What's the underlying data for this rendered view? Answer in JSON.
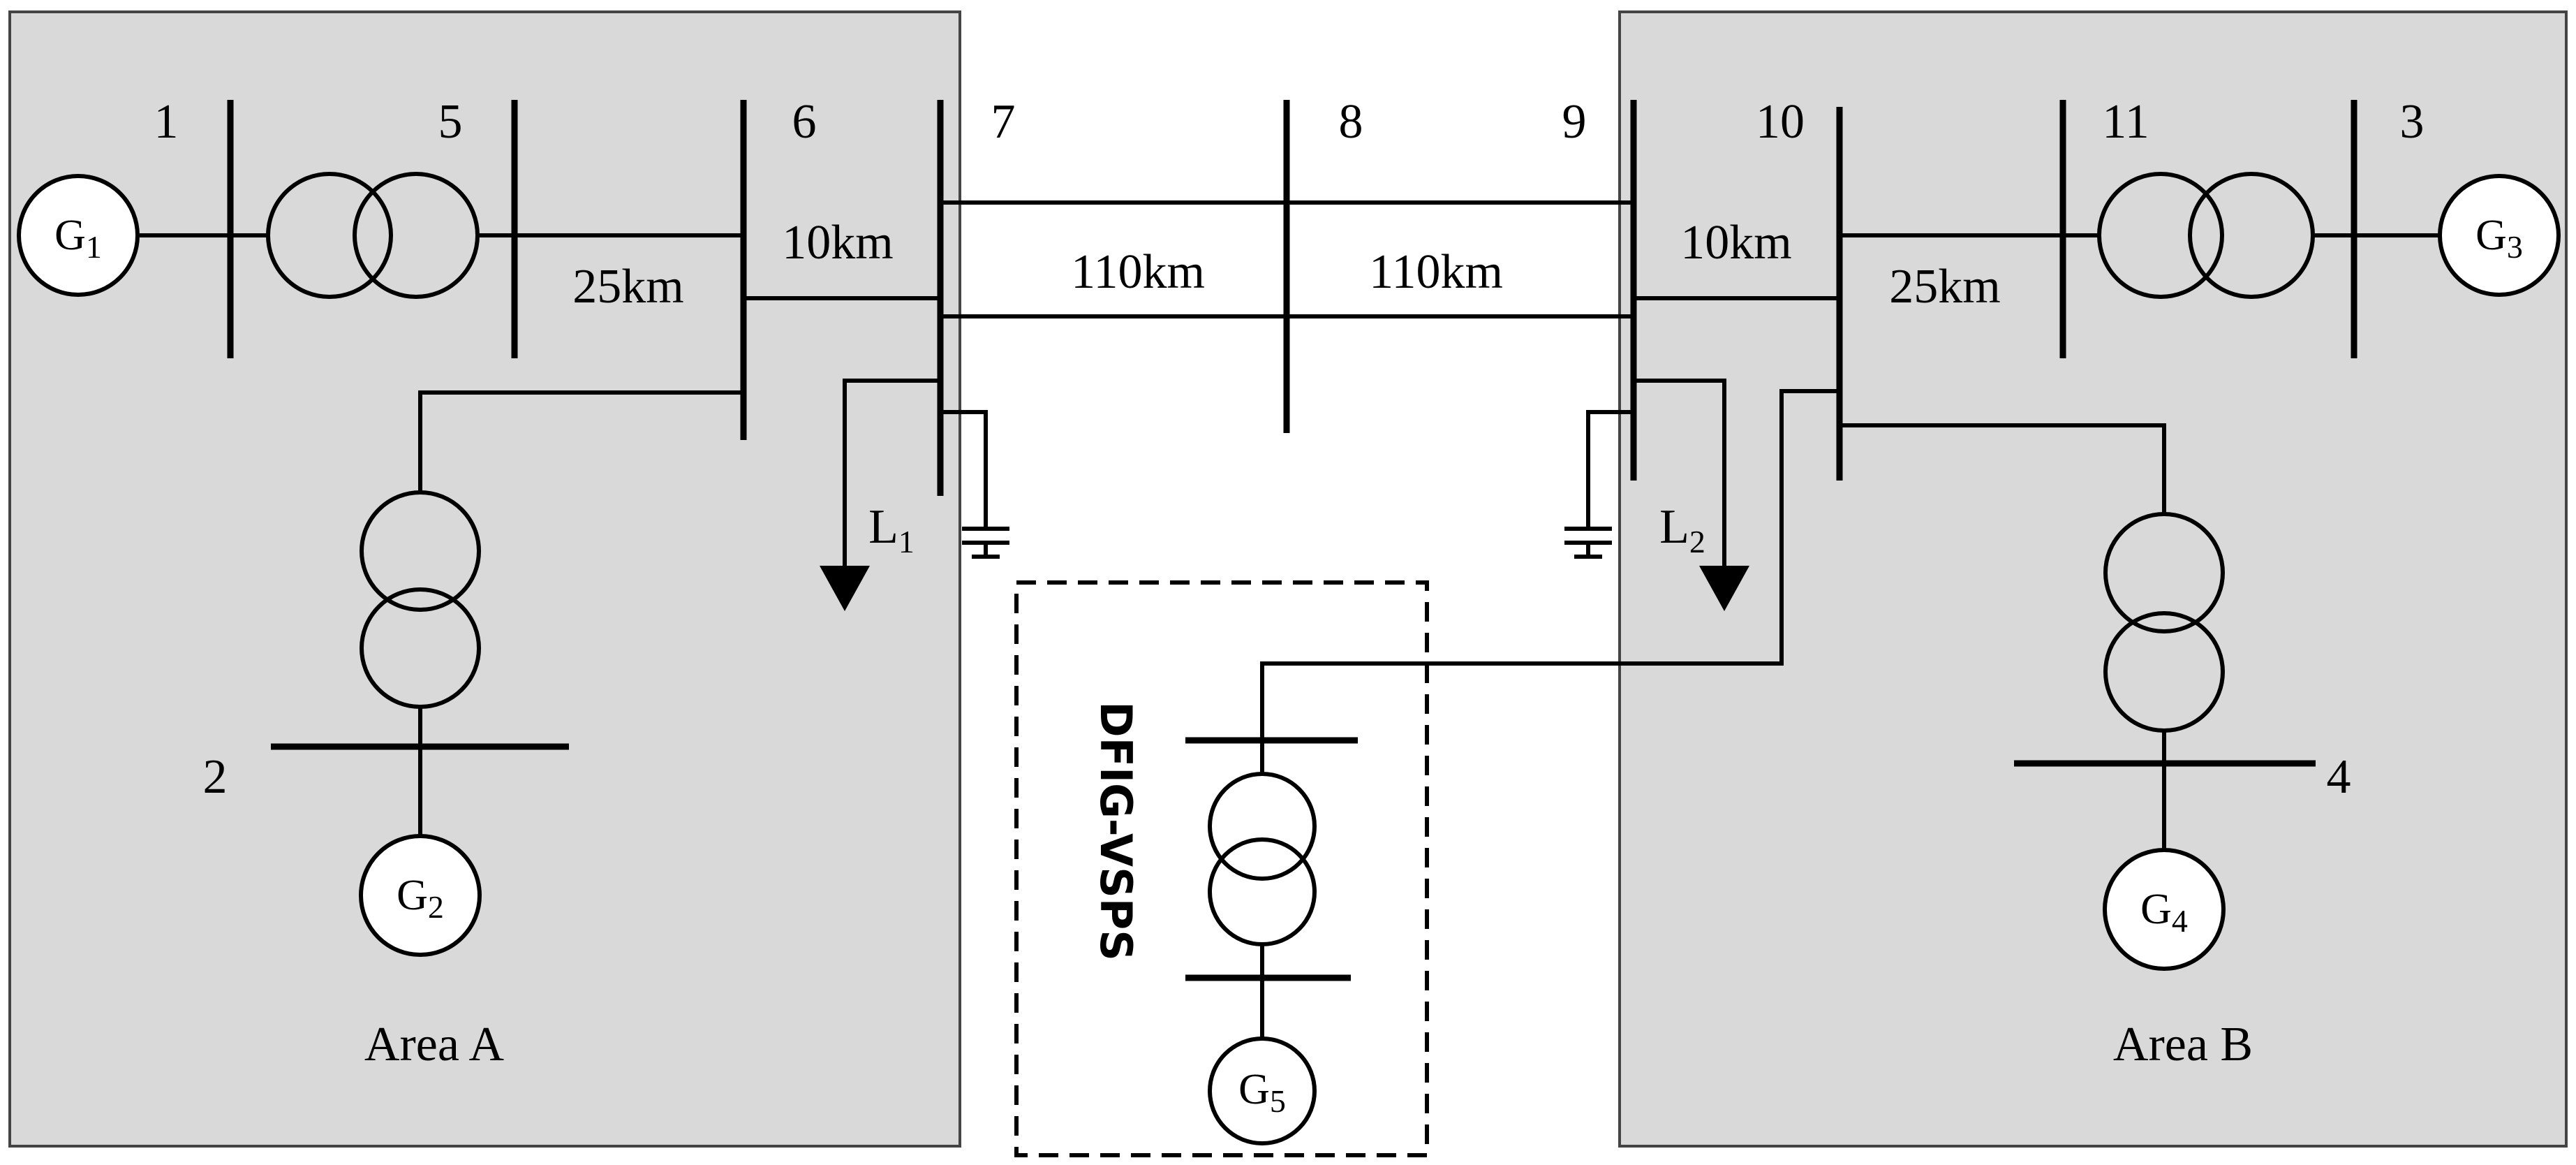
{
  "areas": {
    "a": {
      "label": "Area A",
      "fill": "#d9d9d9"
    },
    "b": {
      "label": "Area B",
      "fill": "#d9d9d9"
    }
  },
  "buses": {
    "b1": "1",
    "b2": "2",
    "b3": "3",
    "b4": "4",
    "b5": "5",
    "b6": "6",
    "b7": "7",
    "b8": "8",
    "b9": "9",
    "b10": "10",
    "b11": "11"
  },
  "lines": {
    "l_6_5": "25km",
    "l_7_6": "10km",
    "l_7_8": "110km",
    "l_8_9": "110km",
    "l_9_10": "10km",
    "l_10_11": "25km"
  },
  "generators": {
    "g1": {
      "main": "G",
      "sub": "1"
    },
    "g2": {
      "main": "G",
      "sub": "2"
    },
    "g3": {
      "main": "G",
      "sub": "3"
    },
    "g4": {
      "main": "G",
      "sub": "4"
    },
    "g5": {
      "main": "G",
      "sub": "5"
    }
  },
  "loads": {
    "l1": {
      "main": "L",
      "sub": "1"
    },
    "l2": {
      "main": "L",
      "sub": "2"
    }
  },
  "dfig_box": {
    "label": "DFIG-VSPS"
  }
}
